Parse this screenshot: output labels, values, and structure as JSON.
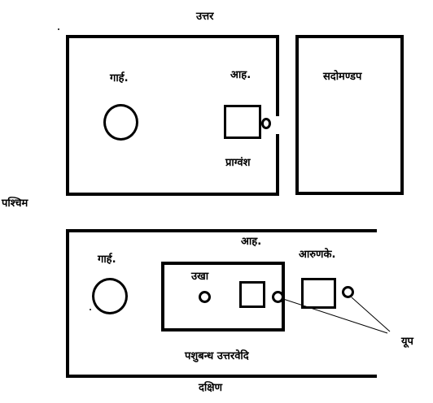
{
  "compass": {
    "north": "उत्तर",
    "west": "पश्चिम",
    "south": "दक्षिण"
  },
  "pracinavamsa": {
    "name": "प्राग्वंश",
    "garhapatya": "गार्ह.",
    "ahavaniya": "आह."
  },
  "sadomandapa": {
    "name": "सदोमण्डप"
  },
  "pashubandha": {
    "garhapatya": "गार्ह.",
    "ahavaniya": "आह.",
    "ukha": "उखा",
    "aruneke": "आरुणके.",
    "uttaravedi": "पशुबन्ध उत्तरवेदि",
    "yupa": "यूप"
  }
}
